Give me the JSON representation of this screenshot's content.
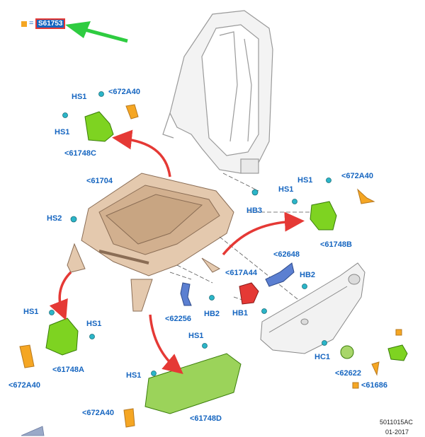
{
  "legend": {
    "equals": "=",
    "code": "S61753",
    "swatch_color": "#f5a623"
  },
  "colors": {
    "label": "#1565c0",
    "part_green": "#7ed321",
    "part_orange": "#f5a623",
    "part_red": "#e53935",
    "part_blue": "#5b7fd1",
    "part_tan": "#d9b99b",
    "arrow_red": "#e53935",
    "arrow_green": "#2ecc40"
  },
  "labels": {
    "hs1_a": "HS1",
    "p672a40_a": "<672A40",
    "hs1_b": "HS1",
    "p61748c": "<61748C",
    "p61704": "<61704",
    "hs2": "HS2",
    "hb3": "HB3",
    "hs1_c": "HS1",
    "p672a40_b": "<672A40",
    "hs1_d": "HS1",
    "p61748b": "<61748B",
    "p62648": "<62648",
    "p617a44": "<617A44",
    "hb2_a": "HB2",
    "hs1_e": "HS1",
    "hs1_f": "HS1",
    "p62256": "<62256",
    "hb2_b": "HB2",
    "hb1": "HB1",
    "p61748a": "<61748A",
    "p672a40_c": "<672A40",
    "hs1_g": "HS1",
    "hs1_h": "HS1",
    "hc1": "HC1",
    "p62622": "<62622",
    "p61686": "<61686",
    "p672a40_d": "<672A40",
    "p61748d": "<61748D"
  },
  "reference": {
    "code": "5011015AC",
    "date": "01-2017"
  }
}
